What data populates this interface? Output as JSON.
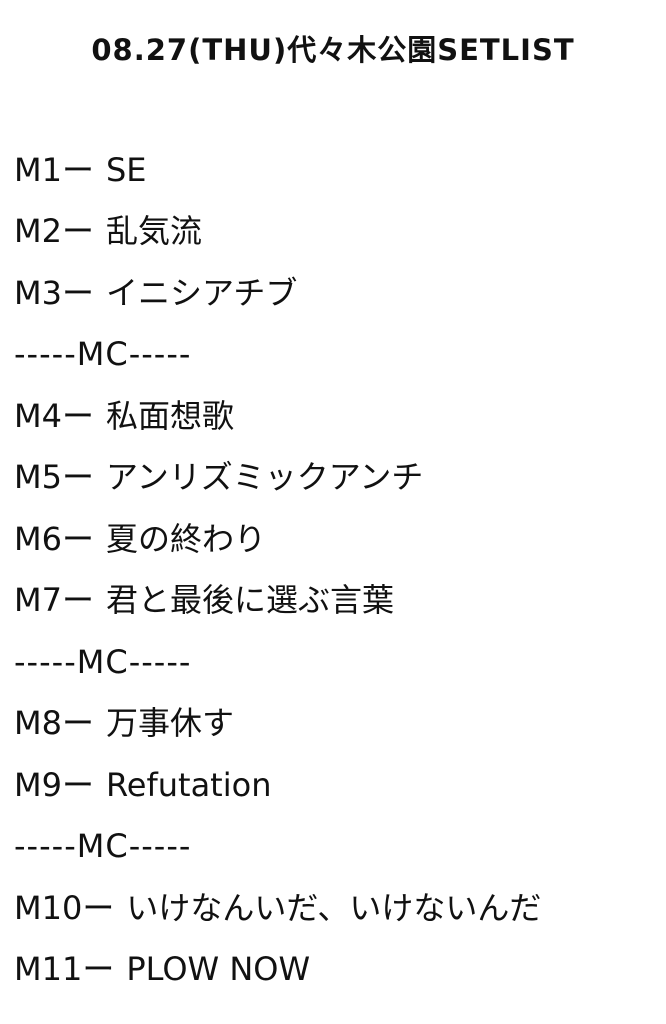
{
  "title": "08.27(THU)代々木公園SETLIST",
  "rows": [
    {
      "type": "song",
      "num": "M1",
      "dash": "ー",
      "title": "SE"
    },
    {
      "type": "song",
      "num": "M2",
      "dash": "ー",
      "title": "乱気流"
    },
    {
      "type": "song",
      "num": "M3",
      "dash": "ー",
      "title": "イニシアチブ"
    },
    {
      "type": "mc",
      "text": "-----MC-----"
    },
    {
      "type": "song",
      "num": "M4",
      "dash": "ー",
      "title": "私面想歌"
    },
    {
      "type": "song",
      "num": "M5",
      "dash": "ー",
      "title": "アンリズミックアンチ"
    },
    {
      "type": "song",
      "num": "M6",
      "dash": "ー",
      "title": "夏の終わり"
    },
    {
      "type": "song",
      "num": "M7",
      "dash": "ー",
      "title": "君と最後に選ぶ言葉"
    },
    {
      "type": "mc",
      "text": "-----MC-----"
    },
    {
      "type": "song",
      "num": "M8",
      "dash": "ー",
      "title": "万事休す"
    },
    {
      "type": "song",
      "num": "M9",
      "dash": "ー",
      "title": "Refutation"
    },
    {
      "type": "mc",
      "text": "-----MC-----"
    },
    {
      "type": "song",
      "num": "M10",
      "dash": "ー",
      "title": "いけなんいだ、いけないんだ"
    },
    {
      "type": "song",
      "num": "M11",
      "dash": "ー",
      "title": "PLOW NOW"
    }
  ]
}
